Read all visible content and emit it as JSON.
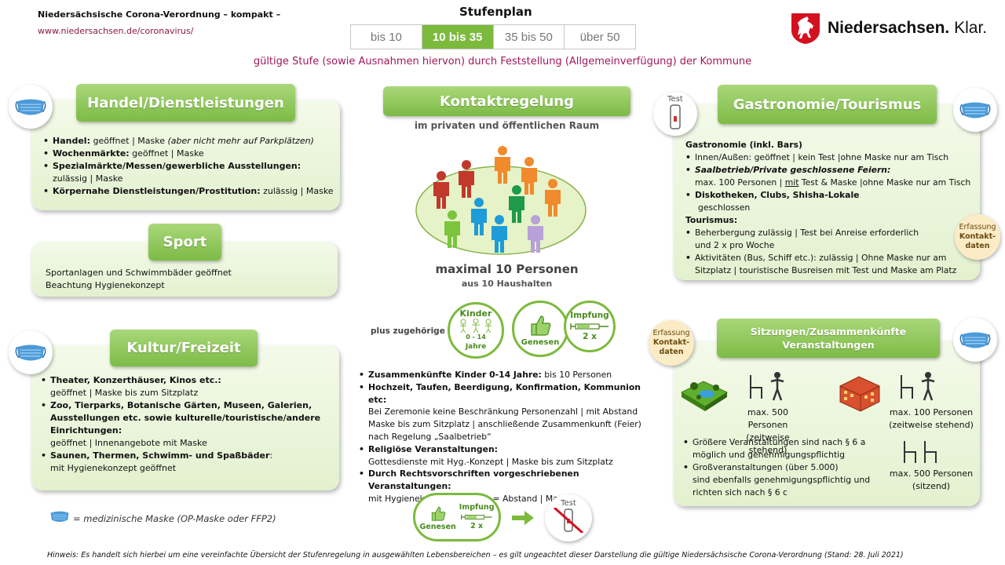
{
  "header": {
    "title": "Niedersächsische Corona-Verordnung – kompakt –",
    "url": "www.niedersachsen.de/coronavirus/",
    "plan_title": "Stufenplan",
    "steps": [
      "bis 10",
      "10 bis 35",
      "35 bis 50",
      "über 50"
    ],
    "active_step": "10 bis 35",
    "subline": "gültige Stufe (sowie Ausnahmen hiervon) durch Feststellung (Allgemeinverfügung) der Kommune",
    "logo_text_bold": "Niedersachsen.",
    "logo_text_light": "Klar."
  },
  "handel": {
    "title": "Handel/Dienstleistungen",
    "l1_b": "Handel:",
    "l1_t": " geöffnet  | Maske ",
    "l1_i": "(aber nicht mehr auf Parkplätzen)",
    "l2_b": "Wochenmärkte:",
    "l2_t": " geöffnet  | Maske",
    "l3_b": "Spezialmärkte/Messen/gewerbliche Ausstellungen:",
    "l3_t": "zulässig | Maske",
    "l4_b": "Körpernahe Dienstleistungen/Prostitution:",
    "l4_t": "  zulässig | Maske"
  },
  "sport": {
    "title": "Sport",
    "line1": "Sportanlagen und Schwimmbäder geöffnet",
    "line2": "Beachtung Hygienekonzept"
  },
  "kultur": {
    "title": "Kultur/Freizeit",
    "l1_b": "Theater, Konzerthäuser, Kinos etc.:",
    "l1_t": "geöffnet  | Maske bis zum Sitzplatz",
    "l2_b1": "Zoo, Tierparks, Botanische Gärten, Museen, Galerien,",
    "l2_b2": "Ausstellungen etc. sowie kulturelle/touristische/andere",
    "l2_b3": "Einrichtungen:",
    "l2_t": "geöffnet  |   Innenangebote mit Maske",
    "l3_b": "Saunen, Thermen, Schwimm- und Spaßbäder",
    "l3_t1": ":",
    "l3_t": "mit Hygienekonzept  geöffnet"
  },
  "mask_legend": "= medizinische Maske (OP-Maske oder FFP2)",
  "kontakt": {
    "title": "Kontaktregelung",
    "subtitle": "im privaten und öffentlichen Raum",
    "max": "maximal 10 Personen",
    "max_sub": "aus 10 Haushalten",
    "plus": "plus zugehörige",
    "kinder": "Kinder",
    "kinder_age": "0 - 14",
    "kinder_jahre": "Jahre",
    "genesen": "Genesen",
    "impfung": "Impfung",
    "impfung_count": "2 x",
    "test_label": "Test",
    "l1_b": "Zusammenkünfte Kinder 0-14 Jahre:",
    "l1_t": " bis 10 Personen",
    "l2_b": "Hochzeit, Taufen, Beerdigung, Konfirmation, Kommunion etc:",
    "l2_t1": "Bei Zeremonie keine Beschränkung Personenzahl | mit Abstand",
    "l2_t2": "Maske bis zum Sitzplatz | anschließende Zusammenkunft (Feier)",
    "l2_t3": "nach Regelung „Saalbetrieb“",
    "l3_b": "Religiöse Veranstaltungen:",
    "l3_t": "Gottesdienste mit Hyg.-Konzept   | Maske bis zum Sitzplatz",
    "l4_b": "Durch Rechtsvorschriften vorgeschriebenen Veranstaltungen:",
    "l4_t": "mit Hygienekonzept  zulässig = Abstand  | Maske"
  },
  "gastro": {
    "title": "Gastronomie/Tourismus",
    "test_label": "Test",
    "h1": "Gastronomie (inkl. Bars)",
    "l1": "Innen/Außen:  geöffnet  | kein Test  |ohne Maske nur am Tisch",
    "l2_b": "Saalbetrieb/Private geschlossene Feiern:",
    "l2_t1": "max. 100 Personen | ",
    "l2_u": "mit",
    "l2_t2": " Test & Maske |ohne Maske nur am Tisch",
    "l3_b": "Diskotheken, Clubs, Shisha-Lokale",
    "l3_t": "geschlossen",
    "h2": "Tourismus:",
    "l4_t1": "Beherbergung  zulässig | Test bei Anreise erforderlich",
    "l4_t2": "und 2 x pro Woche",
    "l5_t1": "Aktivitäten (Bus, Schiff etc.):  zulässig | Ohne Maske nur am",
    "l5_t2": "Sitzplatz | touristische Busreisen mit Test und Maske am Platz",
    "erfassung": "Erfassung",
    "kontaktdaten1": "Kontakt-",
    "kontaktdaten2": "daten"
  },
  "sitzungen": {
    "title1": "Sitzungen/Zusammenkünfte",
    "title2": "Veranstaltungen",
    "erfassung": "Erfassung",
    "kontaktdaten1": "Kontakt-",
    "kontaktdaten2": "daten",
    "cap1": "max. 500 Personen",
    "cap1_sub": "(zeitweise stehend)",
    "cap2": "max. 100 Personen",
    "cap2_sub": "(zeitweise stehend)",
    "cap3": "max. 500 Personen",
    "cap3_sub": "(sitzend)",
    "b1_1": "Größere Veranstaltungen sind nach § 6 a",
    "b1_2": "möglich und genehmigungspflichtig",
    "b2_1": "Großveranstaltungen (über 5.000)",
    "b2_2": "sind ebenfalls genehmigungspflichtig und",
    "b2_3": "richten sich nach § 6 c"
  },
  "footer": "Hinweis: Es handelt sich hierbei um eine vereinfachte Übersicht der Stufenregelung in ausgewählten Lebensbereichen – es gilt ungeachtet dieser Darstellung die gültige Niedersächsische Corona-Verordnung (Stand: 28. Juli 2021)",
  "colors": {
    "green": "#7cba3d",
    "accent": "#a0185a",
    "logo_red": "#d4101e"
  }
}
